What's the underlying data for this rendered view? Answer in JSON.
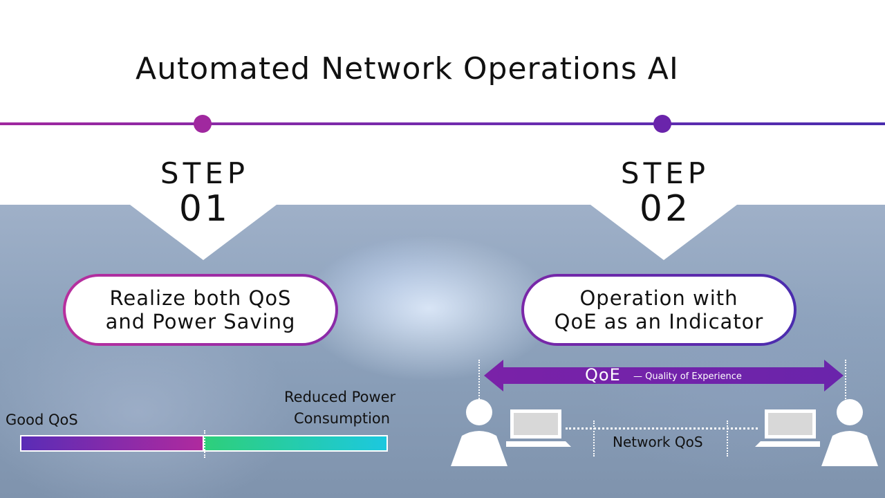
{
  "title": "Automated Network Operations AI",
  "steps": [
    {
      "word": "STEP",
      "number": "01",
      "text_line1": "Realize both QoS",
      "text_line2": "and Power Saving"
    },
    {
      "word": "STEP",
      "number": "02",
      "text_line1": "Operation with",
      "text_line2": "QoE as an Indicator"
    }
  ],
  "left_panel": {
    "good_qos_label": "Good QoS",
    "reduced_power_line1": "Reduced Power",
    "reduced_power_line2": "Consumption"
  },
  "right_panel": {
    "qoe_label": "QoE",
    "qoe_subtitle": "— Quality of Experience",
    "network_qos_label": "Network QoS"
  },
  "colors": {
    "purple": "#a0289f",
    "violet": "#4a2cae",
    "green": "#2ecf7a",
    "cyan": "#1cc8df"
  }
}
